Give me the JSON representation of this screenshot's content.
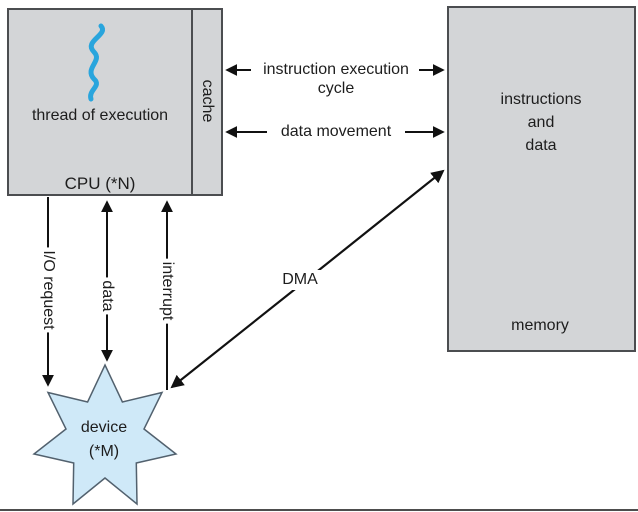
{
  "cpu": {
    "label": "CPU (*N)",
    "thread_label": "thread of execution",
    "cache_label": "cache"
  },
  "memory": {
    "content_lines": [
      "instructions",
      "and",
      "data"
    ],
    "label": "memory"
  },
  "device": {
    "lines": [
      "device",
      "(*M)"
    ]
  },
  "arrows": {
    "instruction_execution": {
      "line1": "instruction execution",
      "line2": "cycle"
    },
    "data_movement": "data movement",
    "io_request": "I/O request",
    "data": "data",
    "interrupt": "interrupt",
    "dma": "DMA"
  },
  "colors": {
    "box_fill": "#d3d5d7",
    "box_border": "#4b4d50",
    "device_fill": "#cfe9f8",
    "device_border": "#52616e",
    "thread_squiggle": "#29a5dd",
    "arrow": "#111111"
  }
}
